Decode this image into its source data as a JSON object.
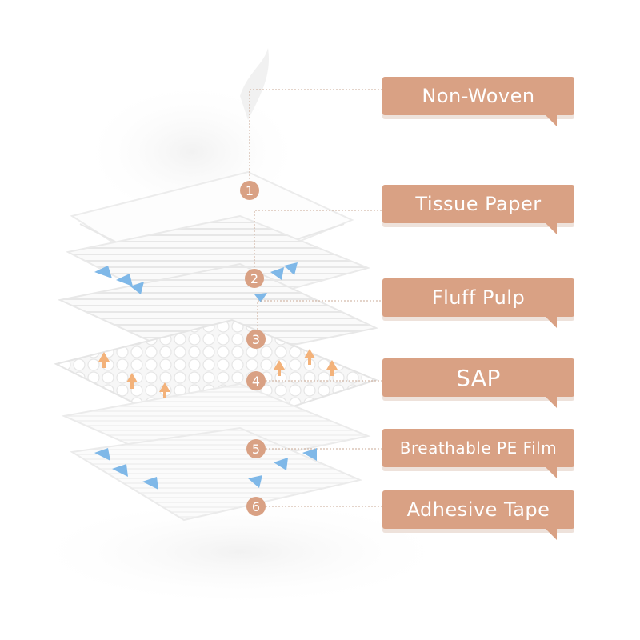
{
  "layers": [
    {
      "number": "1",
      "label": "Non-Woven"
    },
    {
      "number": "2",
      "label": "Tissue Paper"
    },
    {
      "number": "3",
      "label": "Fluff Pulp"
    },
    {
      "number": "4",
      "label": "SAP"
    },
    {
      "number": "5",
      "label": "Breathable PE Film"
    },
    {
      "number": "6",
      "label": "Adhesive Tape"
    }
  ],
  "colors": {
    "label_fill": "#d9a184",
    "label_text": "#ffffff",
    "arrow_blue": "#7fb8e8",
    "arrow_orange": "#f3b27a",
    "leader_line": "#c9a894"
  }
}
